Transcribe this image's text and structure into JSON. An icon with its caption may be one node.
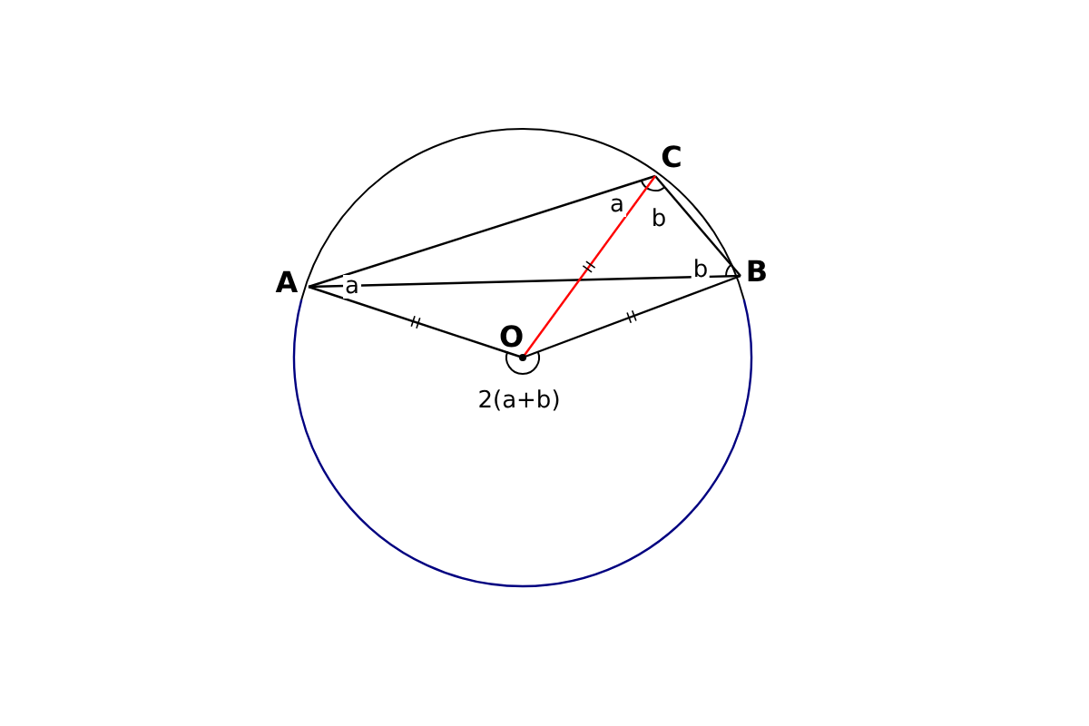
{
  "diagram": {
    "nodes": [
      {
        "text": [
          "A"
        ]
      },
      {
        "text": [
          "B"
        ]
      },
      {
        "text": [
          "C"
        ]
      },
      {
        "text": [
          "O"
        ]
      }
    ],
    "edges": [
      {
        "from": 0,
        "to": 2,
        "arrow": "none"
      },
      {
        "from": 0,
        "to": 1,
        "arrow": "none"
      },
      {
        "from": 2,
        "to": 1,
        "arrow": "none"
      },
      {
        "from": 0,
        "to": 3,
        "arrow": "none"
      },
      {
        "from": 3,
        "to": 1,
        "arrow": "none"
      },
      {
        "from": 3,
        "to": 2,
        "arrow": "none",
        "color": "#ff0000"
      }
    ],
    "labels": [
      "a",
      "b",
      "a",
      "b",
      "2(a+b)"
    ]
  }
}
